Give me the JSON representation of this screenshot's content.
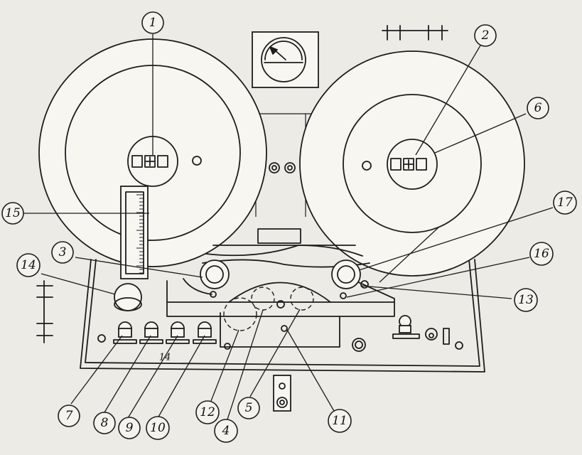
{
  "diagram": {
    "callouts": [
      {
        "id": "1",
        "text": "1"
      },
      {
        "id": "2",
        "text": "2"
      },
      {
        "id": "3",
        "text": "3"
      },
      {
        "id": "4",
        "text": "4"
      },
      {
        "id": "5",
        "text": "5"
      },
      {
        "id": "6",
        "text": "6"
      },
      {
        "id": "7",
        "text": "7"
      },
      {
        "id": "8",
        "text": "8"
      },
      {
        "id": "9",
        "text": "9"
      },
      {
        "id": "10",
        "text": "10"
      },
      {
        "id": "11",
        "text": "11"
      },
      {
        "id": "12",
        "text": "12"
      },
      {
        "id": "13",
        "text": "13"
      },
      {
        "id": "14",
        "text": "14"
      },
      {
        "id": "15",
        "text": "15"
      },
      {
        "id": "16",
        "text": "16"
      },
      {
        "id": "17",
        "text": "17"
      }
    ],
    "panel_mark": "14"
  }
}
